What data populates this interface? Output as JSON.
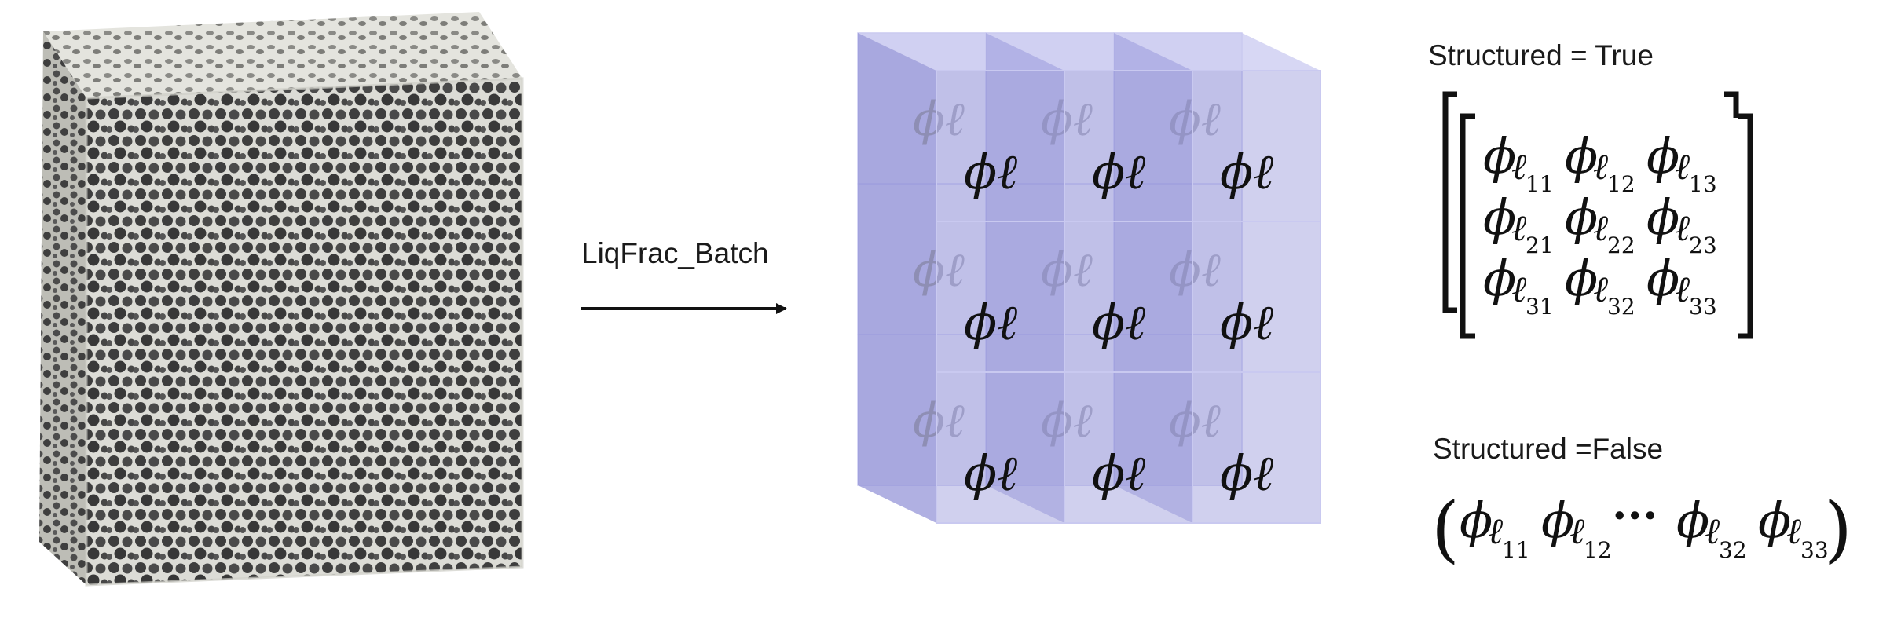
{
  "arrow_label": "LiqFrac_Batch",
  "grid_symbol": "ϕℓ",
  "grid_rows": 3,
  "grid_cols": 3,
  "structured_true": {
    "title": "Structured = True",
    "symbol": "ϕ",
    "letter": "ℓ",
    "entries": [
      [
        "11",
        "12",
        "13"
      ],
      [
        "21",
        "22",
        "23"
      ],
      [
        "31",
        "32",
        "33"
      ]
    ]
  },
  "structured_false": {
    "title": "Structured =False",
    "symbol": "ϕ",
    "letter": "ℓ",
    "subs": [
      "11",
      "12",
      "32",
      "33"
    ],
    "ellipsis": "···"
  },
  "colors": {
    "cube_fill": "#8f8fd6",
    "cube_face_light": "#c9c9f0",
    "cube_edge": "#6a6ab8",
    "foam_dark": "#3c3c3c",
    "foam_light": "#d9d9d4"
  }
}
